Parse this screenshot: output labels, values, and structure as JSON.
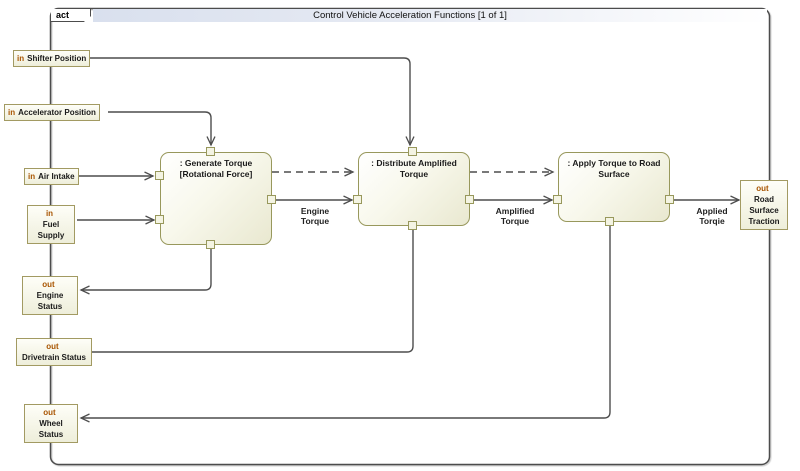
{
  "frame": {
    "tag": "act",
    "title": "Control Vehicle Acceleration Functions [1 of 1]"
  },
  "left_ports": [
    {
      "keyword": "in",
      "name": "Shifter Position"
    },
    {
      "keyword": "in",
      "name": "Accelerator Position"
    },
    {
      "keyword": "in",
      "name": "Air Intake"
    },
    {
      "keyword": "in",
      "name": "Fuel Supply"
    },
    {
      "keyword": "out",
      "name": "Engine Status"
    },
    {
      "keyword": "out",
      "name": "Drivetrain Status"
    },
    {
      "keyword": "out",
      "name": "Wheel Status"
    }
  ],
  "right_ports": [
    {
      "keyword": "out",
      "name": "Road Surface Traction"
    }
  ],
  "actions": [
    {
      "name": ": Generate Torque [Rotational Force]"
    },
    {
      "name": ": Distribute Amplified Torque"
    },
    {
      "name": ": Apply Torque to Road Surface"
    }
  ],
  "flows": [
    "Engine Torque",
    "Amplified Torque",
    "Applied Torqie"
  ],
  "colors": {
    "frame_border": "#4c4c4c",
    "port_border": "#a29a62",
    "action_border": "#98985c",
    "keyword_text": "#a85400",
    "connector": "#4d4d4d",
    "title_bar": "#dde3ef",
    "node_fill": "#f4f4e3"
  }
}
